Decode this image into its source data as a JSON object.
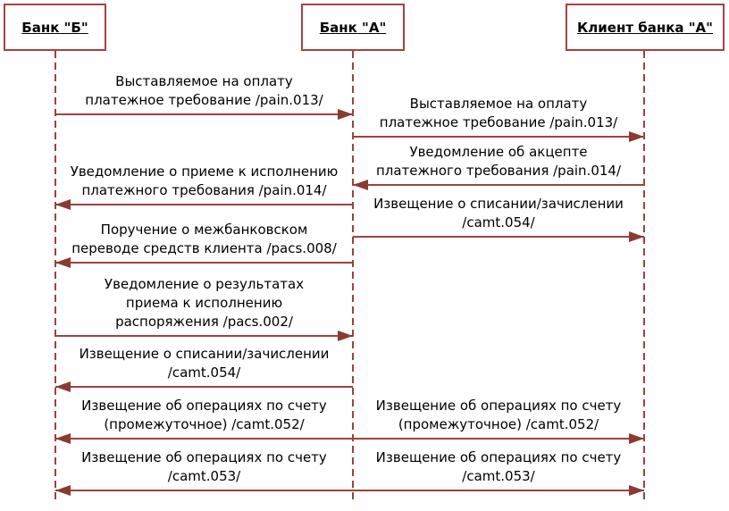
{
  "diagram": {
    "type": "sequence-diagram",
    "background": "#ffffff"
  },
  "colors": {
    "line": "#9e423c",
    "arrowhead": "#8b3a31",
    "box_border": "#a5433e",
    "text": "#000000",
    "background": "#ffffff"
  },
  "actors": [
    {
      "id": "bank_b",
      "label": "Банк \"Б\""
    },
    {
      "id": "bank_a",
      "label": "Банк \"А\""
    },
    {
      "id": "client_a",
      "label": "Клиент банка \"А\""
    }
  ],
  "messages": [
    {
      "from": "bank_b",
      "to": "bank_a",
      "direction": "right",
      "text": "Выставляемое на оплату\nплатежное требование /pain.013/"
    },
    {
      "from": "bank_a",
      "to": "client_a",
      "direction": "right",
      "text": "Выставляемое на оплату\nплатежное требование /pain.013/"
    },
    {
      "from": "client_a",
      "to": "bank_a",
      "direction": "left",
      "text": "Уведомление об акцепте\nплатежного требования /pain.014/"
    },
    {
      "from": "bank_a",
      "to": "bank_b",
      "direction": "left",
      "text": "Уведомление о приеме к исполнению\nплатежного требования /pain.014/"
    },
    {
      "from": "bank_a",
      "to": "client_a",
      "direction": "right",
      "text": "Извещение о списании/зачислении\n/camt.054/"
    },
    {
      "from": "bank_a",
      "to": "bank_b",
      "direction": "left",
      "text": "Поручение о межбанковском\nпереводе средств клиента /pacs.008/"
    },
    {
      "from": "bank_b",
      "to": "bank_a",
      "direction": "right",
      "text": "Уведомление о результатах\nприема к исполнению\nраспоряжения /pacs.002/"
    },
    {
      "from": "bank_a",
      "to": "bank_b",
      "direction": "left",
      "text": "Извещение о списании/зачислении\n/camt.054/"
    },
    {
      "from": "bank_b",
      "to": "client_a",
      "direction": "both",
      "bidirectional": true,
      "left_text": "Извещение об операциях по счету\n(промежуточное) /camt.052/",
      "right_text": "Извещение об операциях по счету\n(промежуточное) /camt.052/"
    },
    {
      "from": "bank_b",
      "to": "client_a",
      "direction": "both",
      "bidirectional": true,
      "left_text": "Извещение об операциях по счету\n/camt.053/",
      "right_text": "Извещение об операциях по счету\n/camt.053/"
    }
  ]
}
